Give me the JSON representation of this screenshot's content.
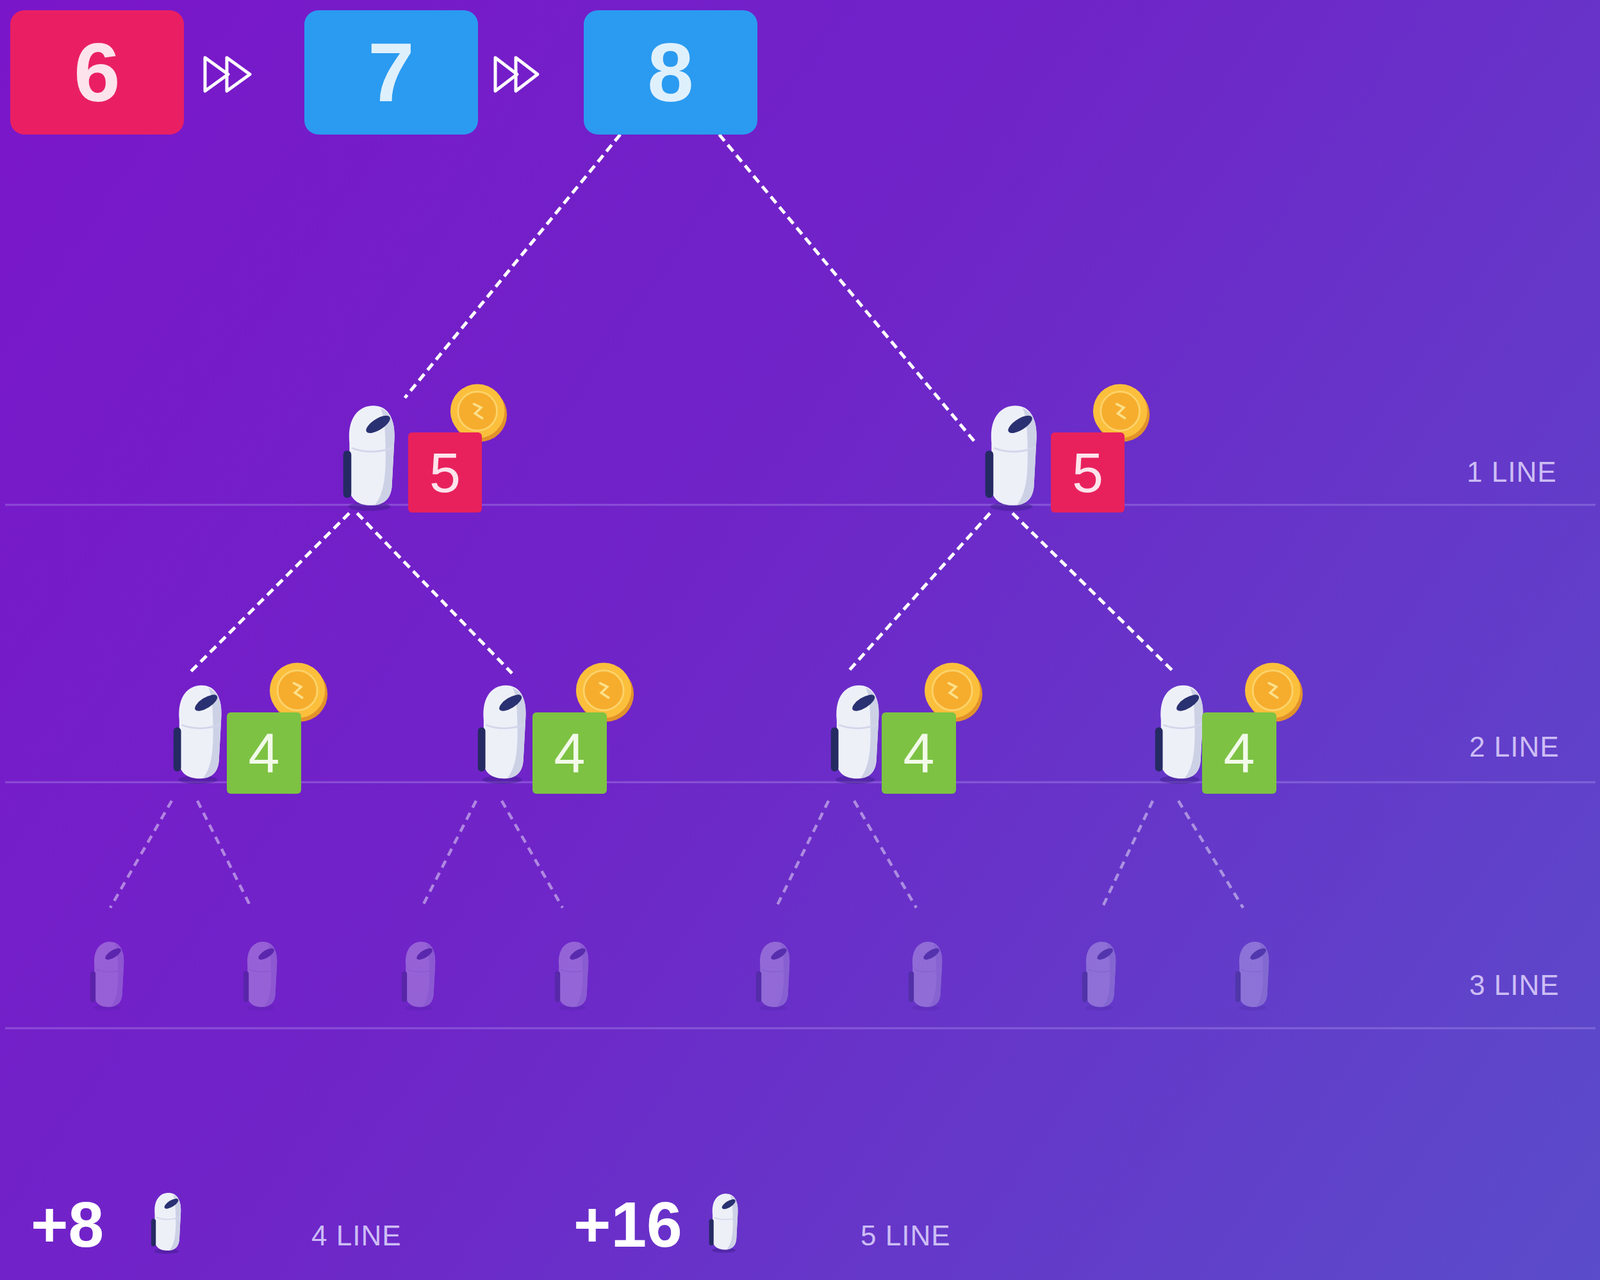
{
  "diagram": {
    "nodes": [
      {
        "text": [
          "6"
        ]
      },
      {
        "text": [
          "7"
        ]
      },
      {
        "text": [
          "8"
        ]
      },
      {
        "text": [
          "5"
        ]
      },
      {
        "text": [
          "5"
        ]
      },
      {
        "text": [
          "4"
        ]
      },
      {
        "text": [
          "4"
        ]
      },
      {
        "text": [
          "4"
        ]
      },
      {
        "text": [
          "4"
        ]
      }
    ],
    "edges": [
      {
        "from": 2,
        "to": 3,
        "arrow": "none"
      },
      {
        "from": 2,
        "to": 4,
        "arrow": "none"
      },
      {
        "from": 3,
        "to": 5,
        "arrow": "none"
      },
      {
        "from": 3,
        "to": 6,
        "arrow": "none"
      },
      {
        "from": 4,
        "to": 7,
        "arrow": "none"
      },
      {
        "from": 4,
        "to": 8,
        "arrow": "none"
      }
    ],
    "labels": [
      "1 LINE",
      "2 LINE",
      "3 LINE",
      "+8",
      "4 LINE",
      "+16",
      "5 LINE"
    ]
  }
}
